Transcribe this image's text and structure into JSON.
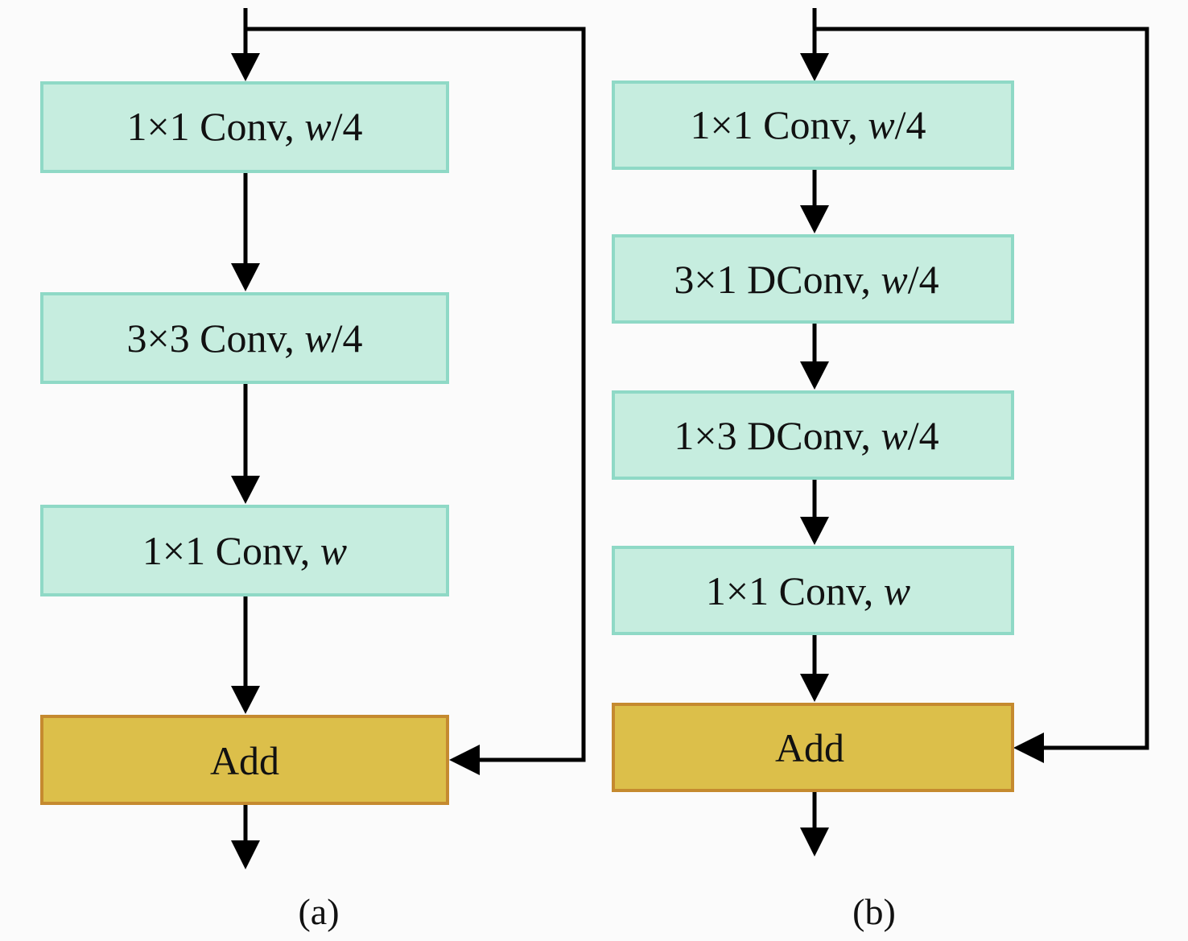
{
  "diagram_a": {
    "caption": "(a)",
    "blocks": [
      {
        "kind": "conv",
        "prefix": "1×1 Conv, ",
        "var": "w",
        "suffix": "/4"
      },
      {
        "kind": "conv",
        "prefix": "3×3 Conv, ",
        "var": "w",
        "suffix": "/4"
      },
      {
        "kind": "conv",
        "prefix": "1×1 Conv, ",
        "var": "w",
        "suffix": ""
      },
      {
        "kind": "add",
        "prefix": "Add",
        "var": "",
        "suffix": ""
      }
    ]
  },
  "diagram_b": {
    "caption": "(b)",
    "blocks": [
      {
        "kind": "conv",
        "prefix": "1×1 Conv, ",
        "var": "w",
        "suffix": "/4"
      },
      {
        "kind": "conv",
        "prefix": "3×1 DConv, ",
        "var": "w",
        "suffix": "/4"
      },
      {
        "kind": "conv",
        "prefix": "1×3 DConv, ",
        "var": "w",
        "suffix": "/4"
      },
      {
        "kind": "conv",
        "prefix": "1×1 Conv, ",
        "var": "w",
        "suffix": ""
      },
      {
        "kind": "add",
        "prefix": "Add",
        "var": "",
        "suffix": ""
      }
    ]
  },
  "colors": {
    "conv_fill": "#c6eddf",
    "conv_border": "#8fd9c6",
    "add_fill": "#dcbf4a",
    "add_border": "#c58a2f",
    "edge": "#000000"
  }
}
